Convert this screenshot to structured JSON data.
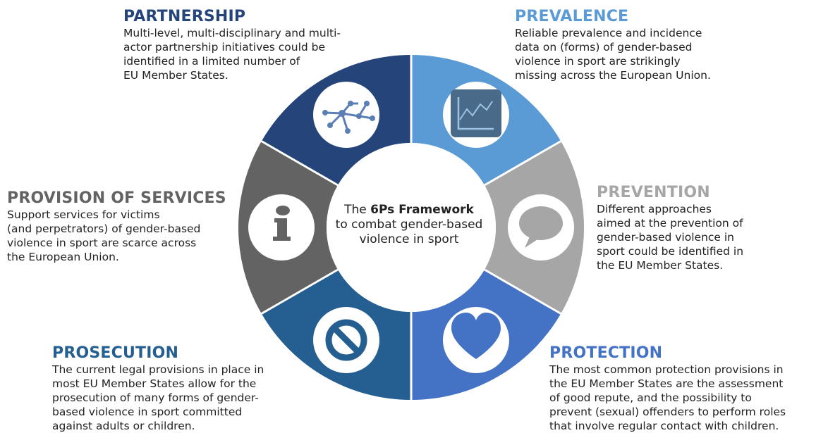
{
  "center": {
    "line1_prefix": "The ",
    "line1_bold": "6Ps Framework",
    "line2": "to combat gender-based",
    "line3": "violence in sport"
  },
  "segments": {
    "partnership": {
      "title": "PARTNERSHIP",
      "lines": [
        "Multi-level, multi-disciplinary and multi-",
        "actor partnership initiatives could be",
        "identified in a limited number of",
        "EU Member States."
      ],
      "color": "#25457a",
      "icon": "network-icon"
    },
    "prevalence": {
      "title": "PREVALENCE",
      "lines": [
        "Reliable prevalence and incidence",
        "data on (forms) of gender-based",
        "violence in sport are strikingly",
        "missing across the European Union."
      ],
      "color": "#5b9bd5",
      "icon": "line-chart-icon"
    },
    "prevention": {
      "title": "PREVENTION",
      "lines": [
        "Different approaches",
        "aimed at the prevention of",
        "gender-based violence in",
        "sport could be identified in",
        "the EU Member States."
      ],
      "color": "#a6a6a6",
      "icon": "speech-bubble-icon"
    },
    "protection": {
      "title": "PROTECTION",
      "lines": [
        "The most common protection provisions in",
        "the EU Member States are the assessment",
        "of good repute, and the possibility to",
        "prevent (sexual) offenders to perform roles",
        "that involve regular contact with children."
      ],
      "color": "#4472c4",
      "icon": "heart-icon"
    },
    "prosecution": {
      "title": "PROSECUTION",
      "lines": [
        "The current legal provisions in place in",
        "most EU Member States allow for the",
        "prosecution of many forms of gender-",
        "based violence in sport committed",
        "against adults or children."
      ],
      "color": "#255e91",
      "icon": "prohibition-icon"
    },
    "services": {
      "title": "PROVISION OF SERVICES",
      "lines": [
        "Support services for victims",
        "(and perpetrators) of gender-based",
        "violence in sport are scarce across",
        "the European Union."
      ],
      "color": "#636363",
      "icon": "info-icon"
    }
  }
}
